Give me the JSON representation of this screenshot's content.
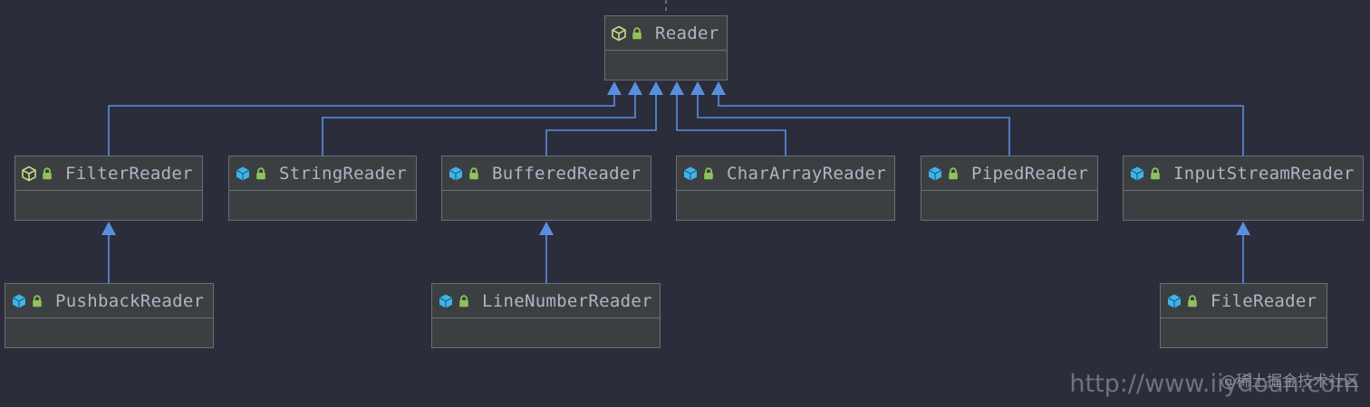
{
  "nodes": {
    "reader": {
      "label": "Reader",
      "kind": "abstract"
    },
    "filter_reader": {
      "label": "FilterReader",
      "kind": "abstract"
    },
    "string_reader": {
      "label": "StringReader",
      "kind": "class"
    },
    "buffered_reader": {
      "label": "BufferedReader",
      "kind": "class"
    },
    "char_array_reader": {
      "label": "CharArrayReader",
      "kind": "class"
    },
    "piped_reader": {
      "label": "PipedReader",
      "kind": "class"
    },
    "input_stream_reader": {
      "label": "InputStreamReader",
      "kind": "class"
    },
    "pushback_reader": {
      "label": "PushbackReader",
      "kind": "class"
    },
    "line_number_reader": {
      "label": "LineNumberReader",
      "kind": "class"
    },
    "file_reader": {
      "label": "FileReader",
      "kind": "class"
    }
  },
  "edges": [
    {
      "from": "filter_reader",
      "to": "reader"
    },
    {
      "from": "string_reader",
      "to": "reader"
    },
    {
      "from": "buffered_reader",
      "to": "reader"
    },
    {
      "from": "char_array_reader",
      "to": "reader"
    },
    {
      "from": "piped_reader",
      "to": "reader"
    },
    {
      "from": "input_stream_reader",
      "to": "reader"
    },
    {
      "from": "pushback_reader",
      "to": "filter_reader"
    },
    {
      "from": "line_number_reader",
      "to": "buffered_reader"
    },
    {
      "from": "file_reader",
      "to": "input_stream_reader"
    }
  ],
  "colors": {
    "edge": "#5a8fe0",
    "abstract_icon": "#c5dc8a",
    "class_icon": "#3fb4ea",
    "lock": "#8fc15c"
  },
  "watermark": {
    "url": "http://www.iiydoan.com",
    "text": "@稀土掘金技术社区"
  }
}
